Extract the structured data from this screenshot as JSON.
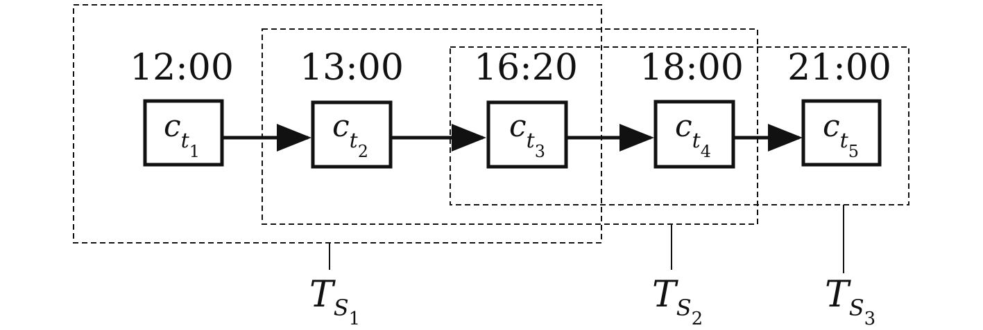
{
  "nodes": [
    {
      "time": "12:00",
      "base": "c",
      "sub": "t",
      "index": "1"
    },
    {
      "time": "13:00",
      "base": "c",
      "sub": "t",
      "index": "2"
    },
    {
      "time": "16:20",
      "base": "c",
      "sub": "t",
      "index": "3"
    },
    {
      "time": "18:00",
      "base": "c",
      "sub": "t",
      "index": "4"
    },
    {
      "time": "21:00",
      "base": "c",
      "sub": "t",
      "index": "5"
    }
  ],
  "windows": [
    {
      "base": "T",
      "sub": "S",
      "index": "1"
    },
    {
      "base": "T",
      "sub": "S",
      "index": "2"
    },
    {
      "base": "T",
      "sub": "S",
      "index": "3"
    }
  ],
  "colors": {
    "stroke": "#111111",
    "background": "#ffffff"
  }
}
